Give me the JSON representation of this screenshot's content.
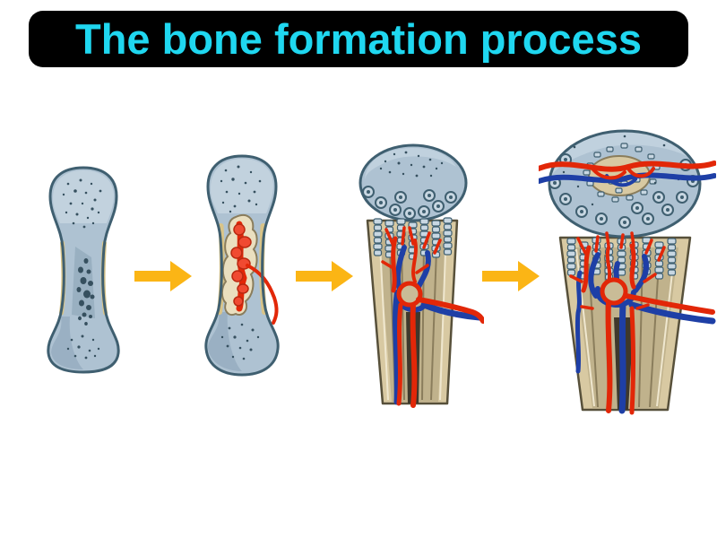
{
  "title": {
    "text": "The bone formation process"
  },
  "arrows": {
    "count": 3,
    "direction": "right"
  },
  "colors": {
    "page-bg": "#ffffff",
    "banner-bg": "#000000",
    "title-text": "#1fd7f0",
    "arrow": "#fbb515",
    "cartilage": "#aec2d2",
    "cartilage-light": "#c8d7e2",
    "cartilage-dark": "#8aa3b6",
    "outline": "#3f5f70",
    "speckle": "#36505f",
    "bone-tan": "#d8c9a2",
    "tan-dark": "#57503a",
    "tan-line": "#8a7d5c",
    "tan-stripe": "#d9c488",
    "cavity": "#c0b28c",
    "slot-dark": "#3e382c",
    "wall-highlight": "#efe7cf",
    "marrow-bg": "#eadfbf",
    "marrow-red": "#f04a31",
    "marrow-red-edge": "#b92810",
    "artery": "#e22708",
    "vein": "#1e3fa6",
    "ring-fill": "#c9bc97"
  }
}
